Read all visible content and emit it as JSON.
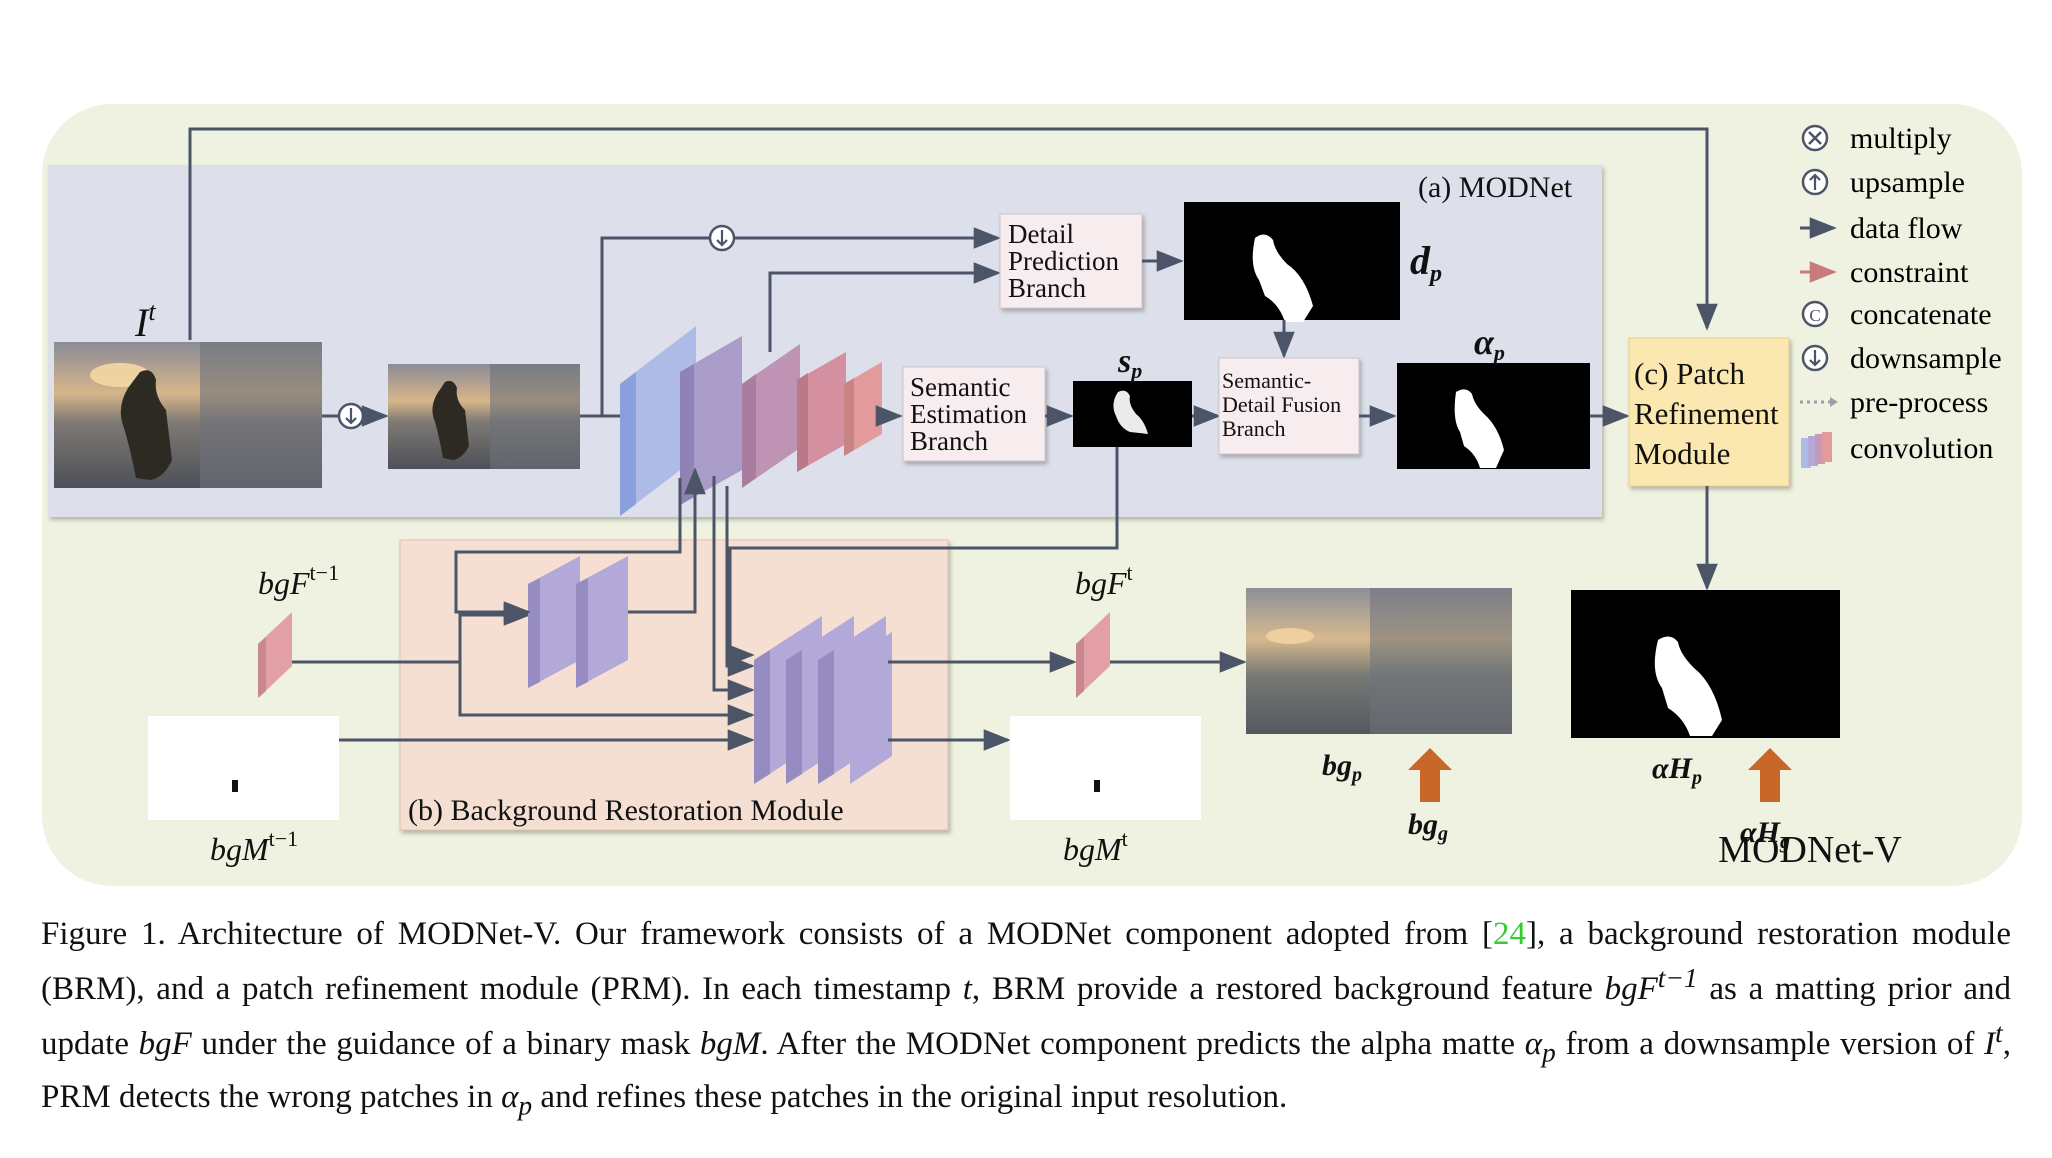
{
  "figure": {
    "name": "MODNet-V",
    "modnet_label": "(a) MODNet",
    "brm_label": "(b) Background Restoration Module",
    "prm_label": [
      "(c) Patch",
      "Refinement",
      "Module"
    ],
    "branches": {
      "detail": [
        "Detail",
        "Prediction",
        "Branch"
      ],
      "semantic": [
        "Semantic",
        "Estimation",
        "Branch"
      ],
      "fusion": [
        "Semantic-",
        "Detail Fusion",
        "Branch"
      ]
    },
    "labels": {
      "input": "I",
      "input_sup": "t",
      "dp": "d",
      "dp_sub": "p",
      "sp": "s",
      "sp_sub": "p",
      "alpha": "α",
      "alpha_sub": "p",
      "bgF_prev": "bgF",
      "bgF_prev_sup": "t−1",
      "bgF_cur": "bgF",
      "bgF_cur_sup": "t",
      "bgM_prev": "bgM",
      "bgM_prev_sup": "t−1",
      "bgM_cur": "bgM",
      "bgM_cur_sup": "t",
      "bgp": "bg",
      "bgp_sub": "p",
      "bgg": "bg",
      "bgg_sub": "g",
      "aHp": "αH",
      "aHp_sub": "p",
      "aHg": "αH",
      "aHg_sub": "g"
    },
    "legend": [
      {
        "icon": "multiply-icon",
        "label": "multiply"
      },
      {
        "icon": "upsample-icon",
        "label": "upsample"
      },
      {
        "icon": "data-flow-icon",
        "label": "data flow"
      },
      {
        "icon": "constraint-icon",
        "label": "constraint"
      },
      {
        "icon": "concatenate-icon",
        "label": "concatenate"
      },
      {
        "icon": "downsample-icon",
        "label": "downsample"
      },
      {
        "icon": "pre-process-icon",
        "label": "pre-process"
      },
      {
        "icon": "convolution-icon",
        "label": "convolution"
      }
    ],
    "colors": {
      "outer_bg": "#eff2e0",
      "modnet_bg": "#dde0ea",
      "brm_bg": "#f4dfd2",
      "prm_bg": "#fbe7b0",
      "flow": "#4c5468",
      "constraint": "#c97a7a",
      "gt_arrow": "#c8672a"
    }
  },
  "caption": {
    "p1": "Figure 1. Architecture of MODNet-V. Our framework consists of a MODNet component adopted from [",
    "cite": "24",
    "p2": "], a background restoration module (BRM), and a patch refinement module (PRM). In each timestamp ",
    "t": "t",
    "p3": ", BRM provide a restored background feature ",
    "bgF_prev": "bgF",
    "bgF_prev_sup": "t−1",
    "p4": " as a matting prior and update ",
    "bgF": "bgF",
    "p5": " under the guidance of a binary mask ",
    "bgM": "bgM",
    "p6": ". After the MODNet component predicts the alpha matte ",
    "alpha": "α",
    "alpha_sub": "p",
    "p7": " from a downsample version of ",
    "It": "I",
    "It_sup": "t",
    "p8": ", PRM detects the wrong patches in ",
    "alpha2": "α",
    "alpha2_sub": "p",
    "p9": " and refines these patches in the original input resolution."
  }
}
